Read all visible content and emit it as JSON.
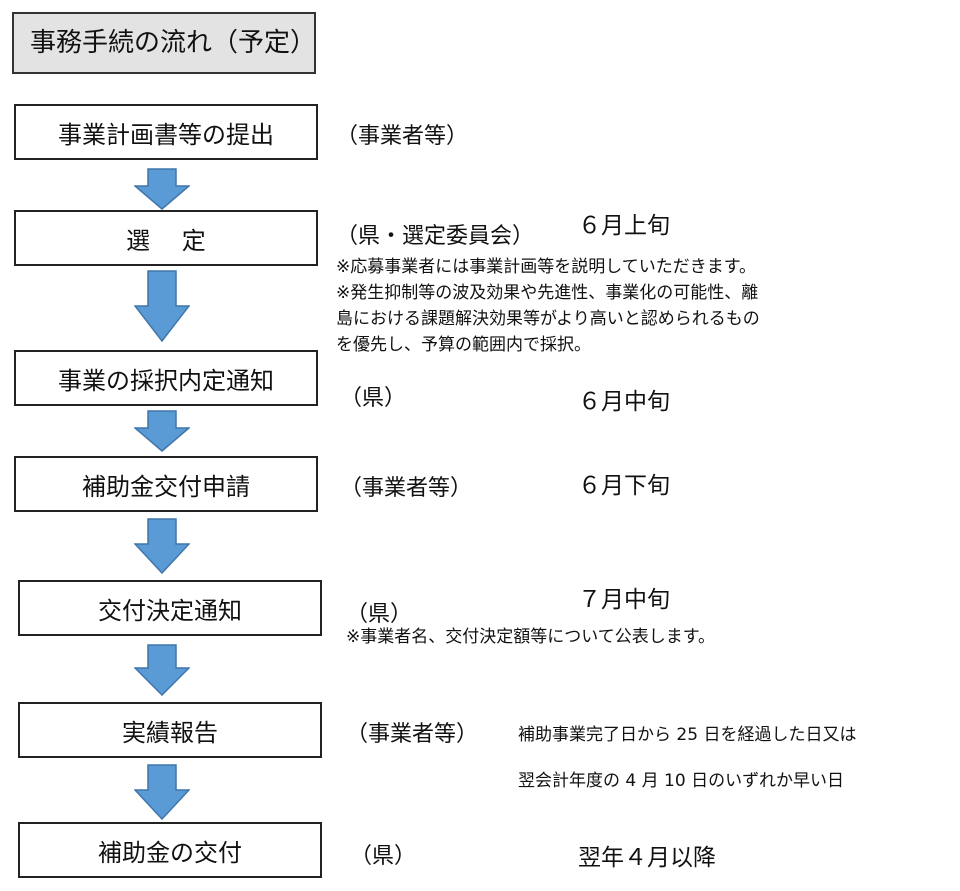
{
  "title": "事務手続の流れ（予定）",
  "colors": {
    "arrow_fill": "#5b9bd5",
    "arrow_stroke": "#3f76ab",
    "title_bg": "#e3e3e3"
  },
  "steps": [
    {
      "label": "事業計画書等の提出",
      "actor": "（事業者等）",
      "schedule": ""
    },
    {
      "label": "選　 定",
      "actor": "（県・選定委員会）",
      "schedule": "６月上旬",
      "notes": [
        "※応募事業者には事業計画等を説明していただきます。",
        "※発生抑制等の波及効果や先進性、事業化の可能性、離",
        "島における課題解決効果等がより高いと認められるもの",
        "を優先し、予算の範囲内で採択。"
      ]
    },
    {
      "label": "事業の採択内定通知",
      "actor": "（県）",
      "schedule": "６月中旬"
    },
    {
      "label": "補助金交付申請",
      "actor": "（事業者等）",
      "schedule": "６月下旬"
    },
    {
      "label": "交付決定通知",
      "actor": "（県）",
      "schedule": "７月中旬",
      "notes": [
        "※事業者名、交付決定額等について公表します。"
      ]
    },
    {
      "label": "実績報告",
      "actor": "（事業者等）",
      "schedule": "",
      "details": [
        "補助事業完了日から 25 日を経過した日又は",
        "翌会計年度の 4 月 10 日のいずれか早い日"
      ]
    },
    {
      "label": "補助金の交付",
      "actor": "（県）",
      "schedule": "翌年４月以降"
    }
  ]
}
